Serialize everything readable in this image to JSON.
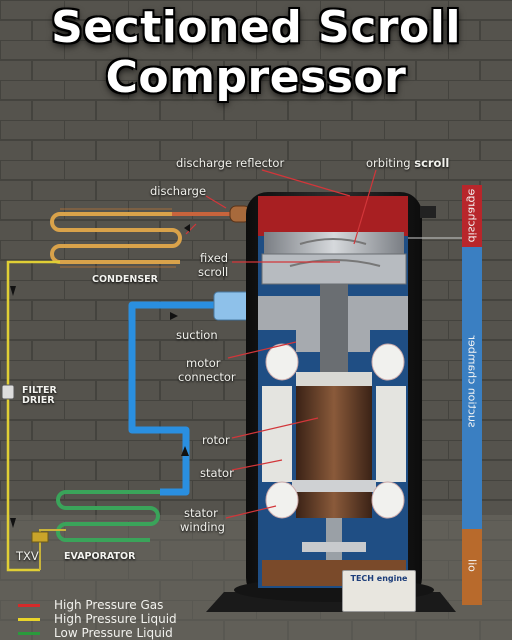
{
  "title_line1": "Sectioned Scroll",
  "title_line2": "Compressor",
  "labels": {
    "discharge_reflector": "discharge reflector",
    "orbiting": "orbiting",
    "scroll": "scroll",
    "discharge": "discharge",
    "fixed": "fixed",
    "fixed_scroll": "scroll",
    "condenser": "CONDENSER",
    "suction": "suction",
    "motor": "motor",
    "connector": "connector",
    "filter": "FILTER",
    "drier": "DRIER",
    "rotor": "rotor",
    "stator": "stator",
    "stator_winding_1": "stator",
    "stator_winding_2": "winding",
    "txv": "TXV",
    "evaporator": "EVAPORATOR"
  },
  "side_band": {
    "top": "discharge",
    "middle": "suction chamber",
    "bottom": "oil"
  },
  "nameplate": {
    "brand": "TECH engine"
  },
  "legend": [
    {
      "label": "High Pressure Gas",
      "color": "#d42a2a"
    },
    {
      "label": "High Pressure Liquid",
      "color": "#e9d42a"
    },
    {
      "label": "Low Pressure Liquid",
      "color": "#2a9a3c"
    }
  ],
  "colors": {
    "band_top": "#b8262b",
    "band_middle": "#3a7fc2",
    "band_bottom": "#b86a2c",
    "suction_line": "#2d8ee0",
    "shell": "#1a1a1a"
  }
}
